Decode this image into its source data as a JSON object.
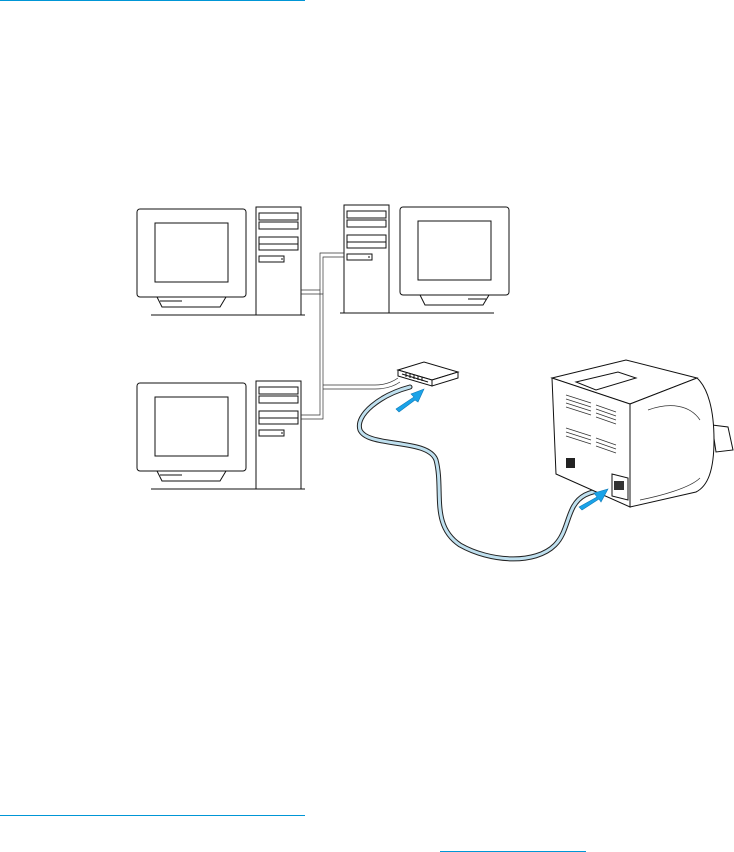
{
  "colors": {
    "accent_rule": "#0096d6",
    "arrow": "#1aa3e8",
    "cable_fill": "#bfe0ef",
    "line": "#111111"
  },
  "diagram": {
    "computers": [
      "computer-top-left",
      "computer-top-right",
      "computer-bottom-left"
    ],
    "hub": "network-hub",
    "printer": "printer",
    "arrows": 2
  }
}
